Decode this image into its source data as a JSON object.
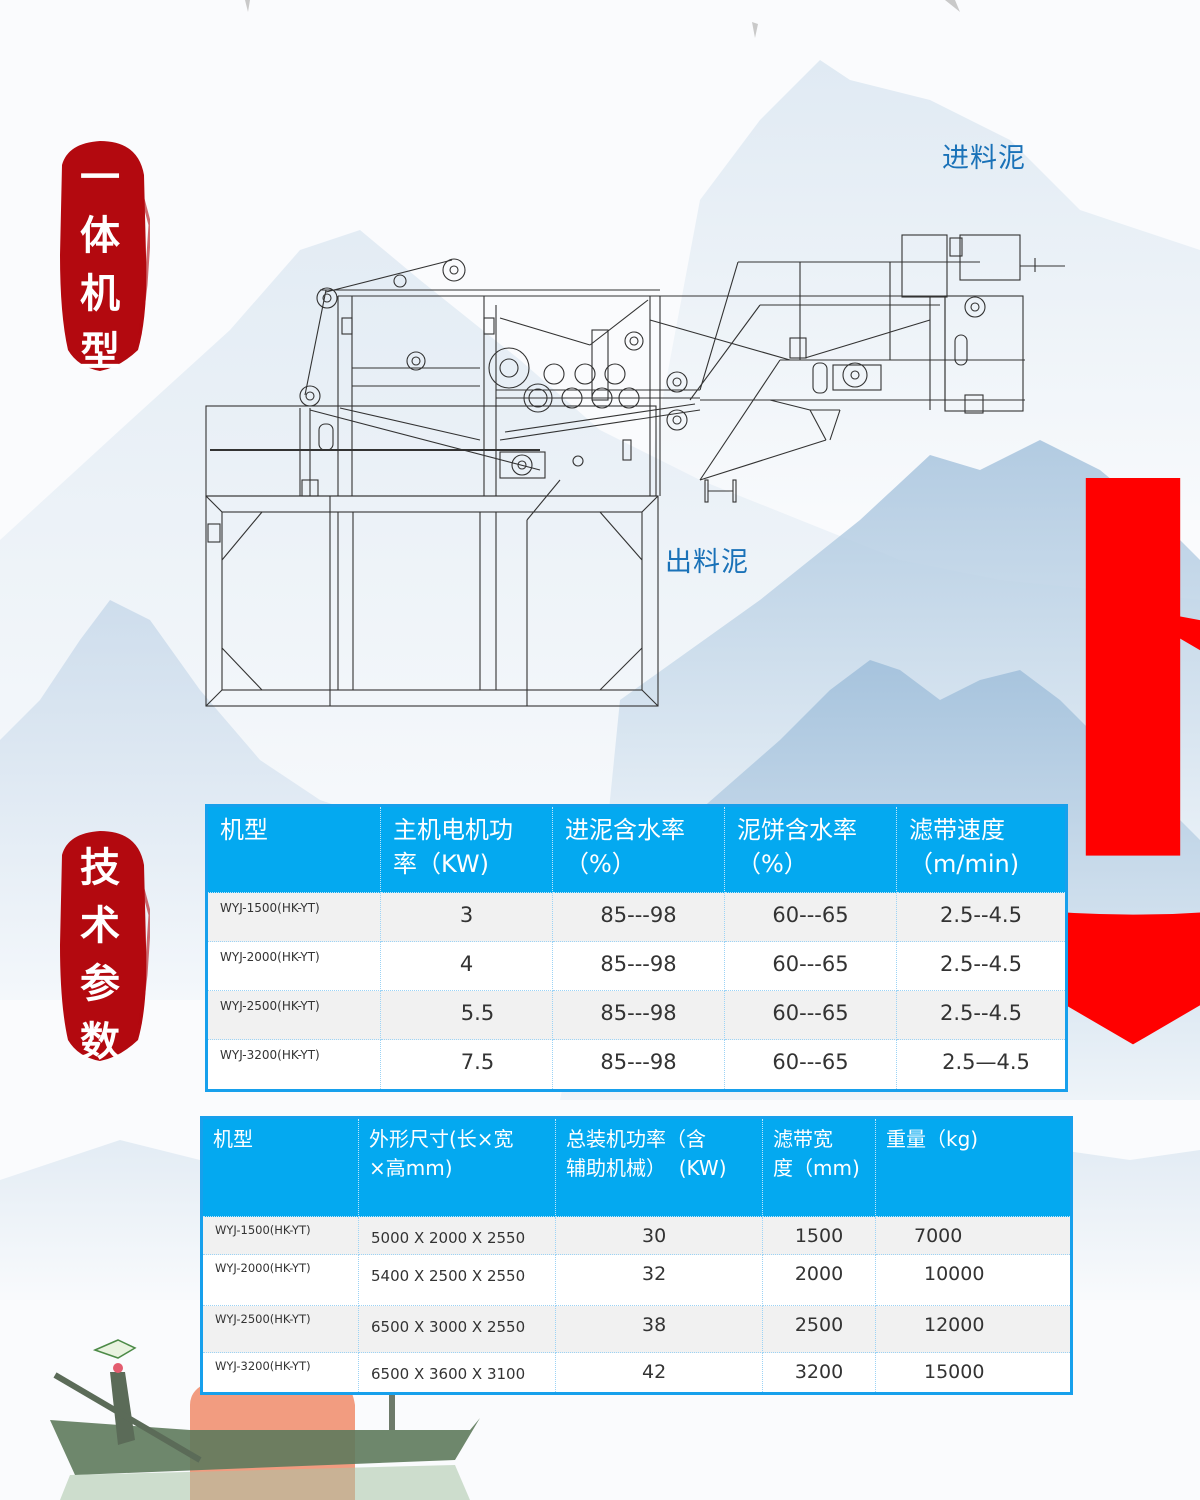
{
  "sections": {
    "machine": {
      "title_chars": [
        "一",
        "体",
        "机",
        "型"
      ]
    },
    "specs": {
      "title_chars": [
        "技",
        "术",
        "参",
        "数"
      ]
    }
  },
  "diagram": {
    "inlet_label": "进料泥",
    "outlet_label": "出料泥",
    "arrow_color": "#ff0000",
    "label_color": "#1a72b8"
  },
  "table1": {
    "headers": [
      [
        "机型",
        ""
      ],
      [
        "主机电机功",
        "率（KW)"
      ],
      [
        "进泥含水率",
        "（%）"
      ],
      [
        "泥饼含水率",
        "（%）"
      ],
      [
        "滤带速度",
        "（m/min)"
      ]
    ],
    "rows": [
      {
        "model": "WYJ-1500(HK-YT)",
        "motor_kw": "3",
        "inlet_moisture": "85---98",
        "cake_moisture": "60---65",
        "belt_speed": "2.5--4.5"
      },
      {
        "model": "WYJ-2000(HK-YT)",
        "motor_kw": "4",
        "inlet_moisture": "85---98",
        "cake_moisture": "60---65",
        "belt_speed": "2.5--4.5"
      },
      {
        "model": "WYJ-2500(HK-YT)",
        "motor_kw": "5.5",
        "inlet_moisture": "85---98",
        "cake_moisture": "60---65",
        "belt_speed": "2.5--4.5"
      },
      {
        "model": "WYJ-3200(HK-YT)",
        "motor_kw": "7.5",
        "inlet_moisture": "85---98",
        "cake_moisture": "60---65",
        "belt_speed": "2.5—4.5"
      }
    ]
  },
  "table2": {
    "headers": [
      [
        "机型",
        ""
      ],
      [
        "外形尺寸(长×宽",
        "×高mm)"
      ],
      [
        "总装机功率（含",
        "辅助机械）  (KW)"
      ],
      [
        "滤带宽",
        "度（mm)"
      ],
      [
        "重量（kg)",
        ""
      ]
    ],
    "rows": [
      {
        "model": "WYJ-1500(HK-YT)",
        "dimensions": "5000 X 2000 X 2550",
        "total_kw": "30",
        "belt_width": "1500",
        "weight": "7000"
      },
      {
        "model": "WYJ-2000(HK-YT)",
        "dimensions": "5400 X 2500 X 2550",
        "total_kw": "32",
        "belt_width": "2000",
        "weight": "10000"
      },
      {
        "model": "WYJ-2500(HK-YT)",
        "dimensions": "6500 X 3000 X 2550",
        "total_kw": "38",
        "belt_width": "2500",
        "weight": "12000"
      },
      {
        "model": "WYJ-3200(HK-YT)",
        "dimensions": "6500 X 3600 X 3100",
        "total_kw": "42",
        "belt_width": "3200",
        "weight": "15000"
      }
    ]
  },
  "colors": {
    "table_header_bg": "#04a9f0",
    "table_border": "#17a0ec",
    "seal_red": "#b3090f",
    "mountain_blue": "#a9c4dc"
  }
}
